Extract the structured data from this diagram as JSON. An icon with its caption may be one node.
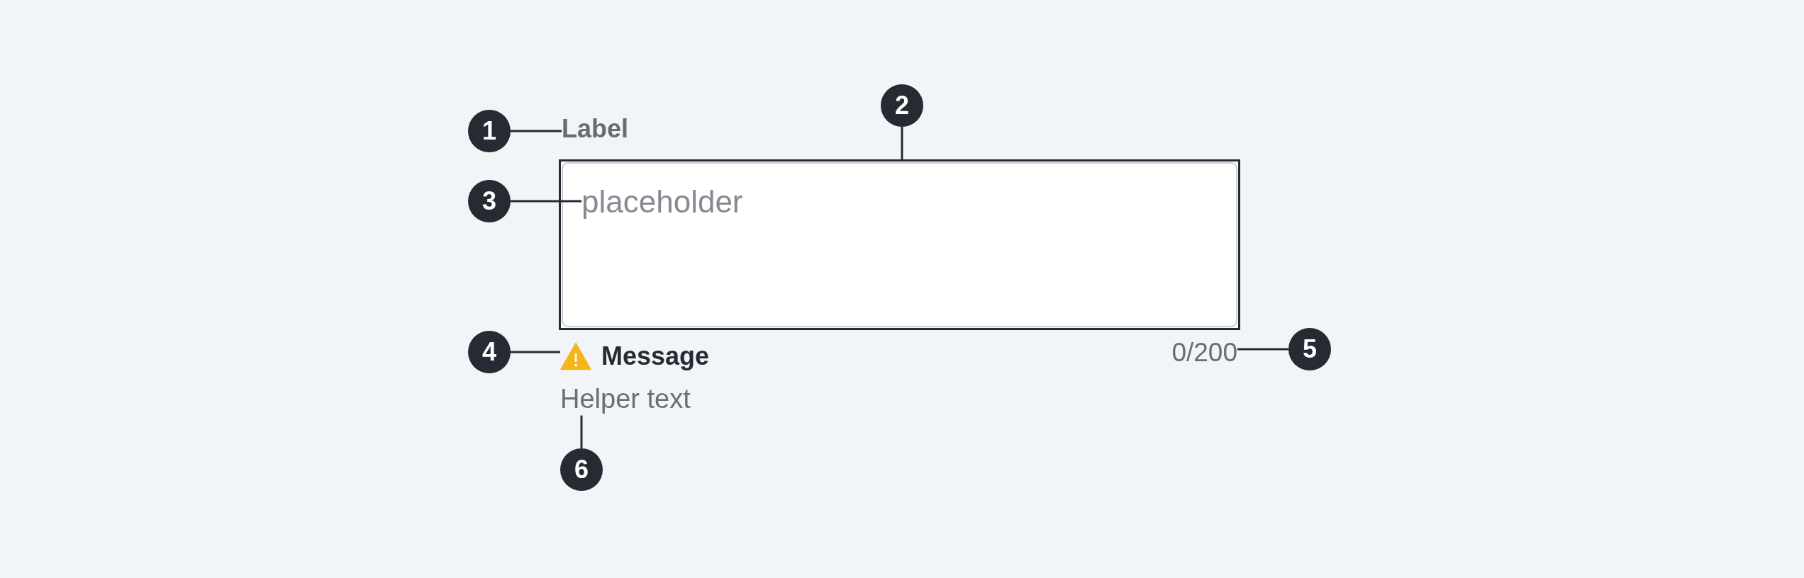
{
  "diagram": {
    "nodes": [
      {
        "text": [
          "1"
        ]
      },
      {
        "text": [
          "Label"
        ]
      },
      {
        "text": [
          "2"
        ]
      },
      {
        "text": [],
        "shape": "box"
      },
      {
        "text": [
          "3"
        ]
      },
      {
        "text": [
          "placeholder"
        ],
        "in": 3
      },
      {
        "text": [
          "4"
        ]
      },
      {
        "text": [
          "Message"
        ]
      },
      {
        "text": [
          "0/200"
        ]
      },
      {
        "text": [
          "5"
        ]
      },
      {
        "text": [
          "Helper text"
        ]
      },
      {
        "text": [
          "6"
        ]
      }
    ],
    "edges": [
      {
        "from": 0,
        "to": 1,
        "arrow": "none"
      },
      {
        "from": 2,
        "to": 3,
        "arrow": "none"
      },
      {
        "from": 4,
        "to": 5,
        "arrow": "none"
      },
      {
        "from": 6,
        "to": 7,
        "arrow": "none"
      },
      {
        "from": 9,
        "to": 8,
        "arrow": "none"
      },
      {
        "from": 11,
        "to": 10,
        "arrow": "none"
      }
    ]
  }
}
